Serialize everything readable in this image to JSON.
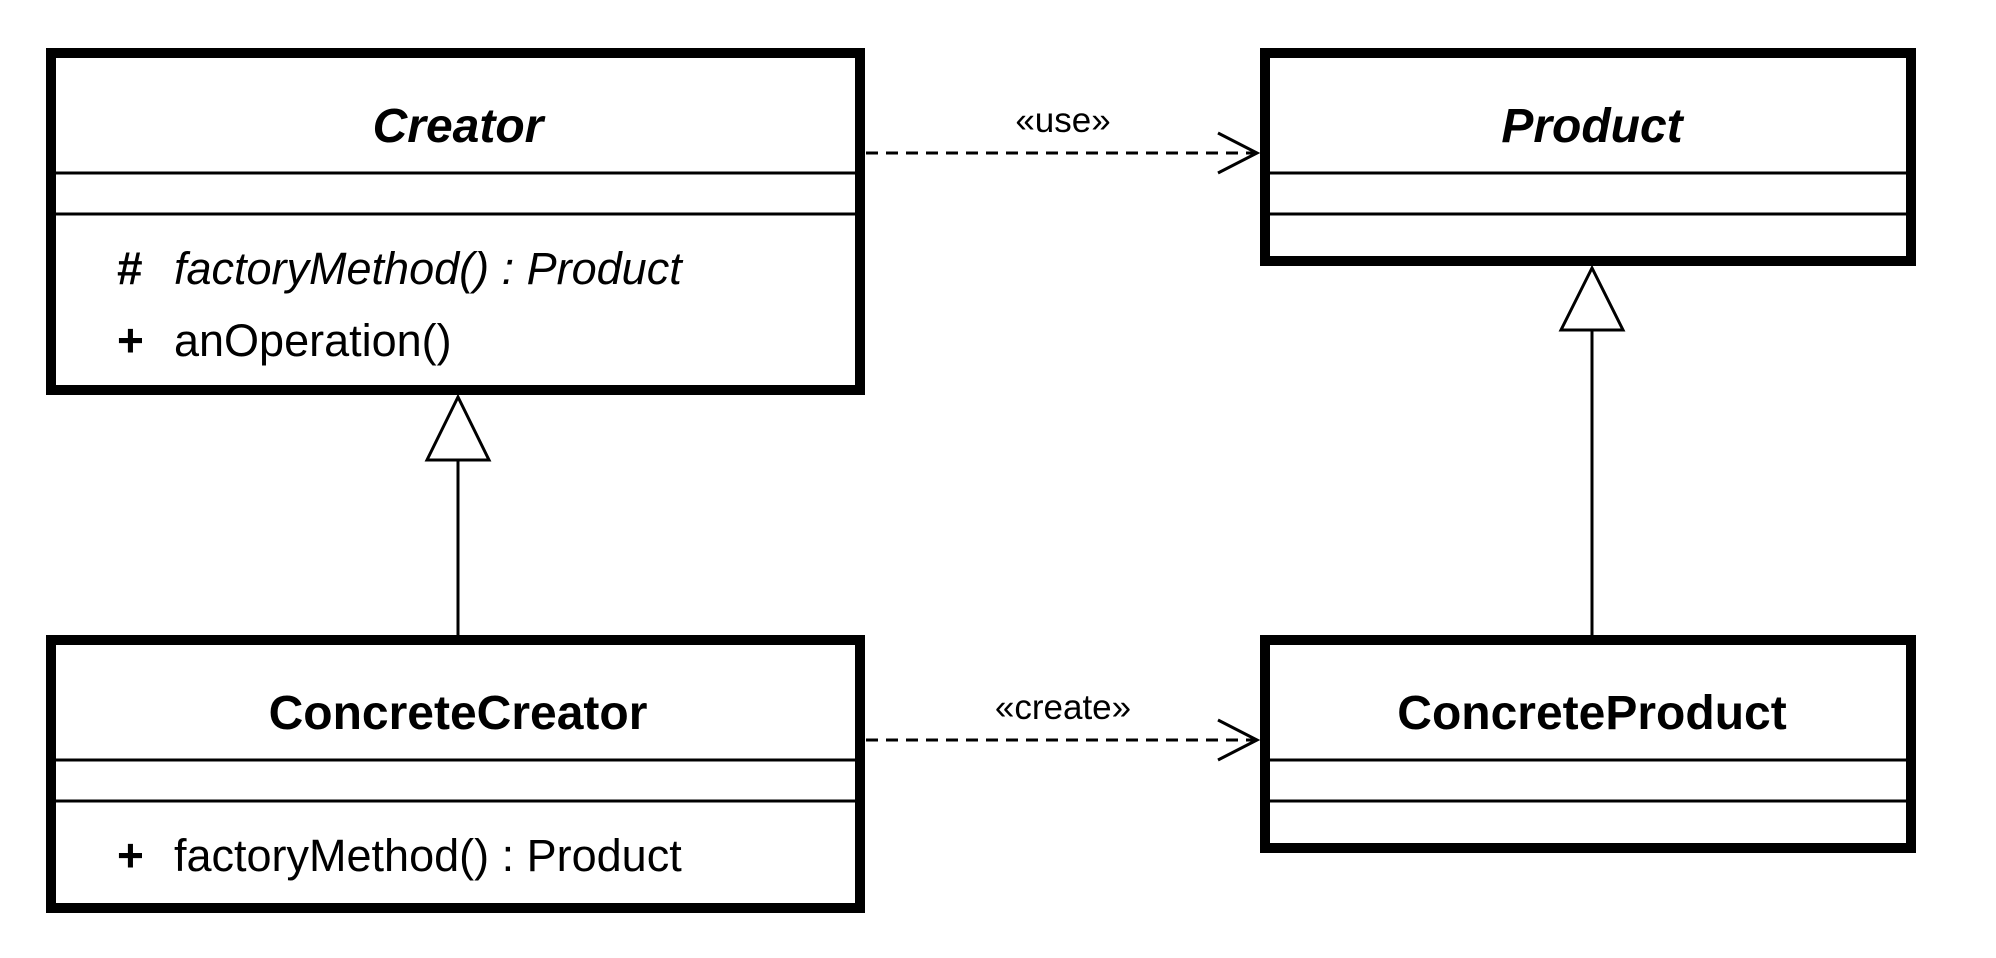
{
  "diagram": {
    "classes": {
      "creator": {
        "name": "Creator",
        "abstract": true,
        "operations": [
          {
            "visibility": "#",
            "text": "factoryMethod() : Product",
            "abstract": true
          },
          {
            "visibility": "+",
            "text": "anOperation()",
            "abstract": false
          }
        ]
      },
      "product": {
        "name": "Product",
        "abstract": true,
        "operations": []
      },
      "concrete_creator": {
        "name": "ConcreteCreator",
        "abstract": false,
        "operations": [
          {
            "visibility": "+",
            "text": "factoryMethod() : Product",
            "abstract": false
          }
        ]
      },
      "concrete_product": {
        "name": "ConcreteProduct",
        "abstract": false,
        "operations": []
      }
    },
    "relations": {
      "use": {
        "type": "dependency",
        "stereotype": "«use»",
        "from": "Creator",
        "to": "Product"
      },
      "create": {
        "type": "dependency",
        "stereotype": "«create»",
        "from": "ConcreteCreator",
        "to": "ConcreteProduct"
      },
      "creator_generalization": {
        "type": "generalization",
        "from": "ConcreteCreator",
        "to": "Creator"
      },
      "product_generalization": {
        "type": "generalization",
        "from": "ConcreteProduct",
        "to": "Product"
      }
    }
  }
}
